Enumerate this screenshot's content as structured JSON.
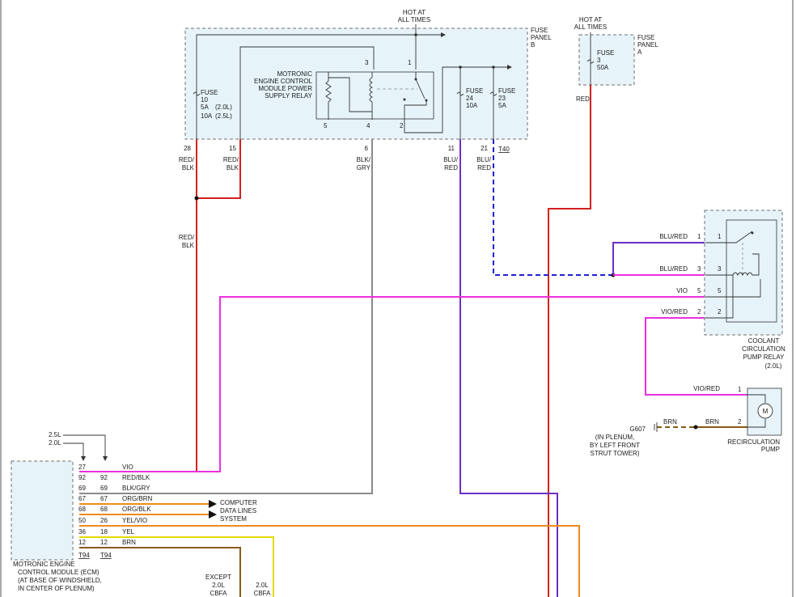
{
  "fuse_panel_b": {
    "label": [
      "FUSE",
      "PANEL",
      "B"
    ],
    "hot_label": [
      "HOT AT",
      "ALL TIMES"
    ],
    "fuse10": [
      "FUSE",
      "10",
      "5A",
      "10A"
    ],
    "fuse10_variants": [
      "(2.0L)",
      "(2.5L)"
    ],
    "fuse24": [
      "FUSE",
      "24",
      "10A"
    ],
    "fuse23": [
      "FUSE",
      "23",
      "5A"
    ],
    "relay_label": [
      "MOTRONIC",
      "ENGINE CONTROL",
      "MODULE POWER",
      "SUPPLY RELAY"
    ],
    "relay_pins": [
      "3",
      "1",
      "5",
      "4",
      "2"
    ],
    "terminals": [
      "28",
      "15",
      "6",
      "11",
      "21"
    ],
    "connector": "T40"
  },
  "fuse_panel_a": {
    "label": [
      "FUSE",
      "PANEL",
      "A"
    ],
    "hot_label": [
      "HOT AT",
      "ALL TIMES"
    ],
    "fuse3": [
      "FUSE",
      "3",
      "50A"
    ]
  },
  "wire_labels": {
    "red": "RED",
    "red_blk": [
      "RED/",
      "BLK"
    ],
    "blk_gry": [
      "BLK/",
      "GRY"
    ],
    "blu_red": [
      "BLU/",
      "RED"
    ],
    "blu_red_relay": "BLU/RED",
    "vio": "VIO",
    "vio_red": "VIO/RED",
    "brn": "BRN"
  },
  "coolant_relay": {
    "label": [
      "COOLANT",
      "CIRCULATION",
      "PUMP RELAY",
      "(2.0L)"
    ],
    "pins": [
      "1",
      "3",
      "5",
      "2"
    ]
  },
  "pump": {
    "label": [
      "RECIRCULATION",
      "PUMP"
    ],
    "motor_symbol": "M",
    "pins": [
      "1",
      "2"
    ]
  },
  "ground": {
    "id": "G607",
    "location": [
      "(IN PLENUM,",
      "BY LEFT FRONT",
      "STRUT TOWER)"
    ]
  },
  "ecm": {
    "label": [
      "MOTRONIC ENGINE",
      "CONTROL MODULE (ECM)",
      "(AT BASE OF WINDSHIELD,",
      "IN CENTER OF PLENUM)"
    ],
    "variants": [
      "2.5L",
      "2.0L"
    ],
    "connectors": [
      "T94",
      "T94"
    ],
    "rows": [
      {
        "a": "27",
        "b": "",
        "color": "VIO"
      },
      {
        "a": "92",
        "b": "92",
        "color": "RED/BLK"
      },
      {
        "a": "69",
        "b": "69",
        "color": "BLK/GRY"
      },
      {
        "a": "67",
        "b": "67",
        "color": "ORG/BRN"
      },
      {
        "a": "68",
        "b": "68",
        "color": "ORG/BLK"
      },
      {
        "a": "50",
        "b": "26",
        "color": "YEL/VIO"
      },
      {
        "a": "36",
        "b": "18",
        "color": "YEL"
      },
      {
        "a": "12",
        "b": "12",
        "color": "BRN"
      }
    ],
    "data_lines": [
      "COMPUTER",
      "DATA LINES",
      "SYSTEM"
    ]
  },
  "bottom": {
    "except": [
      "EXCEPT",
      "2.0L",
      "CBFA"
    ],
    "only": [
      "2.0L",
      "CBFA"
    ]
  },
  "colors": {
    "red": "#d42020",
    "violet": "#ec2fe0",
    "blue_violet": "#6b2fc4",
    "blue_dash": "#2020d0",
    "gray": "#8a8a8a",
    "orange": "#f08a1a",
    "yellow": "#e8d800",
    "brown": "#8a5a14",
    "box_fill": "#e6f4fa"
  }
}
